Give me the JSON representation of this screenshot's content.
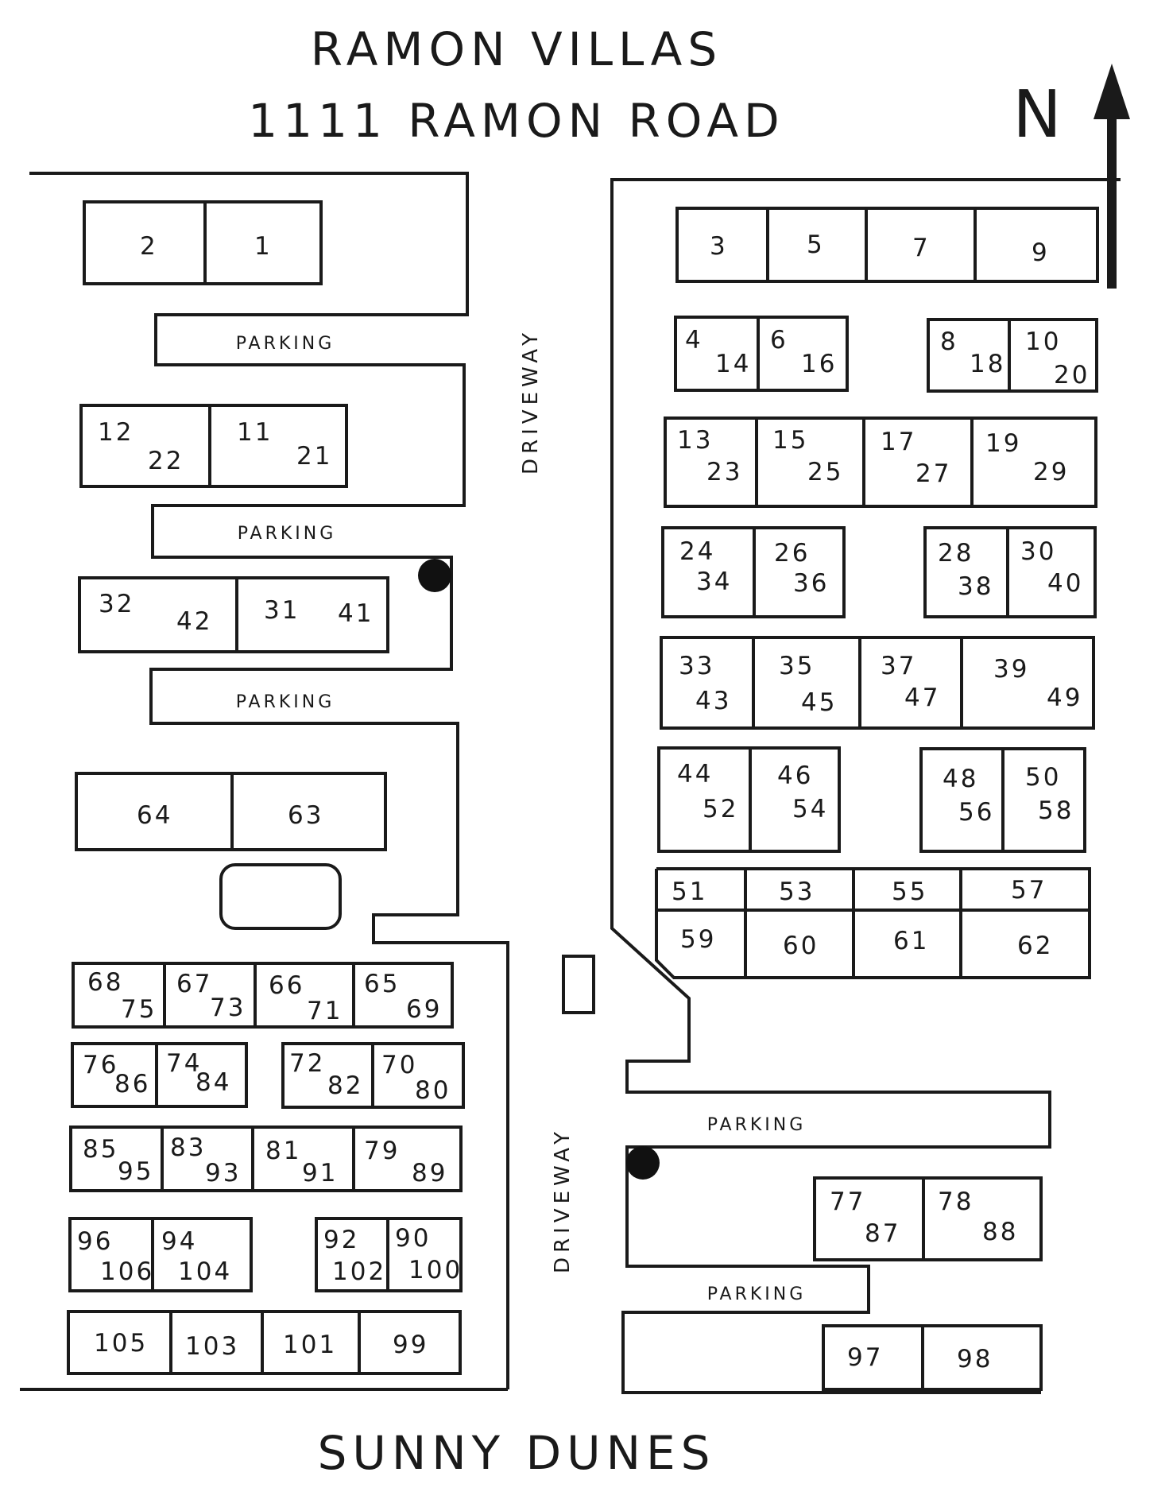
{
  "title_line1": "RAMON VILLAS",
  "title_line2": "1111 RAMON ROAD",
  "bottom_street": "SUNNY DUNES",
  "north_label": "N",
  "parking_label": "PARKING",
  "driveway_label": "DRIVEWAY",
  "colors": {
    "ink": "#1a1a1a",
    "paper": "#ffffff"
  },
  "units": {
    "u1": "1",
    "u2": "2",
    "u3": "3",
    "u4": "4",
    "u5": "5",
    "u6": "6",
    "u7": "7",
    "u8": "8",
    "u9": "9",
    "u10": "10",
    "u11": "11",
    "u12": "12",
    "u13": "13",
    "u14": "14",
    "u15": "15",
    "u16": "16",
    "u17": "17",
    "u18": "18",
    "u19": "19",
    "u20": "20",
    "u21": "21",
    "u22": "22",
    "u23": "23",
    "u24": "24",
    "u25": "25",
    "u26": "26",
    "u27": "27",
    "u28": "28",
    "u29": "29",
    "u30": "30",
    "u31": "31",
    "u32": "32",
    "u33": "33",
    "u34": "34",
    "u35": "35",
    "u36": "36",
    "u37": "37",
    "u38": "38",
    "u39": "39",
    "u40": "40",
    "u41": "41",
    "u42": "42",
    "u43": "43",
    "u44": "44",
    "u45": "45",
    "u46": "46",
    "u47": "47",
    "u48": "48",
    "u49": "49",
    "u50": "50",
    "u51": "51",
    "u52": "52",
    "u53": "53",
    "u54": "54",
    "u55": "55",
    "u56": "56",
    "u57": "57",
    "u58": "58",
    "u59": "59",
    "u60": "60",
    "u61": "61",
    "u62": "62",
    "u63": "63",
    "u64": "64",
    "u65": "65",
    "u66": "66",
    "u67": "67",
    "u68": "68",
    "u69": "69",
    "u70": "70",
    "u71": "71",
    "u72": "72",
    "u73": "73",
    "u74": "74",
    "u75": "75",
    "u76": "76",
    "u77": "77",
    "u78": "78",
    "u79": "79",
    "u80": "80",
    "u81": "81",
    "u82": "82",
    "u83": "83",
    "u84": "84",
    "u85": "85",
    "u86": "86",
    "u87": "87",
    "u88": "88",
    "u89": "89",
    "u90": "90",
    "u91": "91",
    "u92": "92",
    "u93": "93",
    "u94": "94",
    "u95": "95",
    "u96": "96",
    "u97": "97",
    "u98": "98",
    "u99": "99",
    "u100": "100",
    "u101": "101",
    "u102": "102",
    "u103": "103",
    "u104": "104",
    "u105": "105",
    "u106": "106"
  }
}
